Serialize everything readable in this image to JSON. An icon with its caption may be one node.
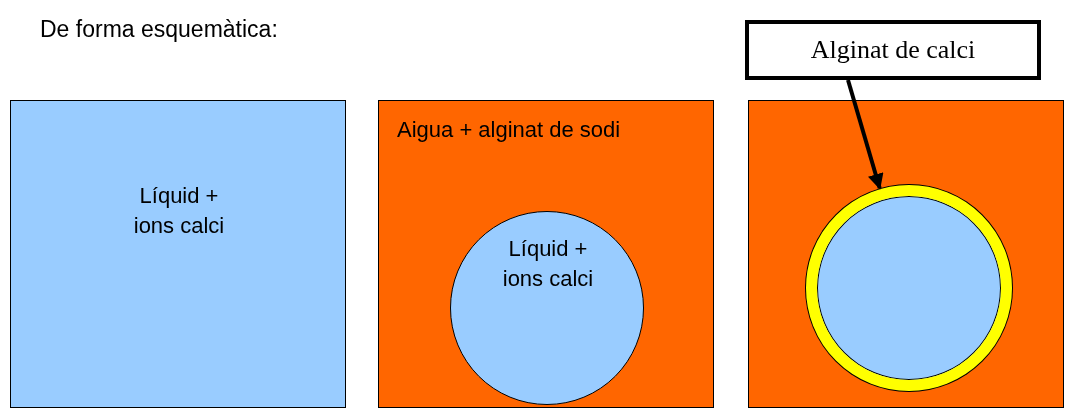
{
  "diagram": {
    "title": "De forma esquemàtica:",
    "nodes": [
      {
        "text": [
          "Líquid + ions calci"
        ]
      },
      {
        "text": [
          "Aigua + alginat de sodi"
        ]
      },
      {
        "text": [
          "Líquid + ions calci"
        ],
        "in": 1
      },
      {
        "text": [],
        "shape": "box"
      },
      {
        "text": [],
        "shape": "circle",
        "in": 3
      },
      {
        "text": [
          "Alginat de calci"
        ]
      }
    ],
    "edges": [
      {
        "from": 5,
        "to": 4,
        "arrow": "to"
      }
    ]
  }
}
